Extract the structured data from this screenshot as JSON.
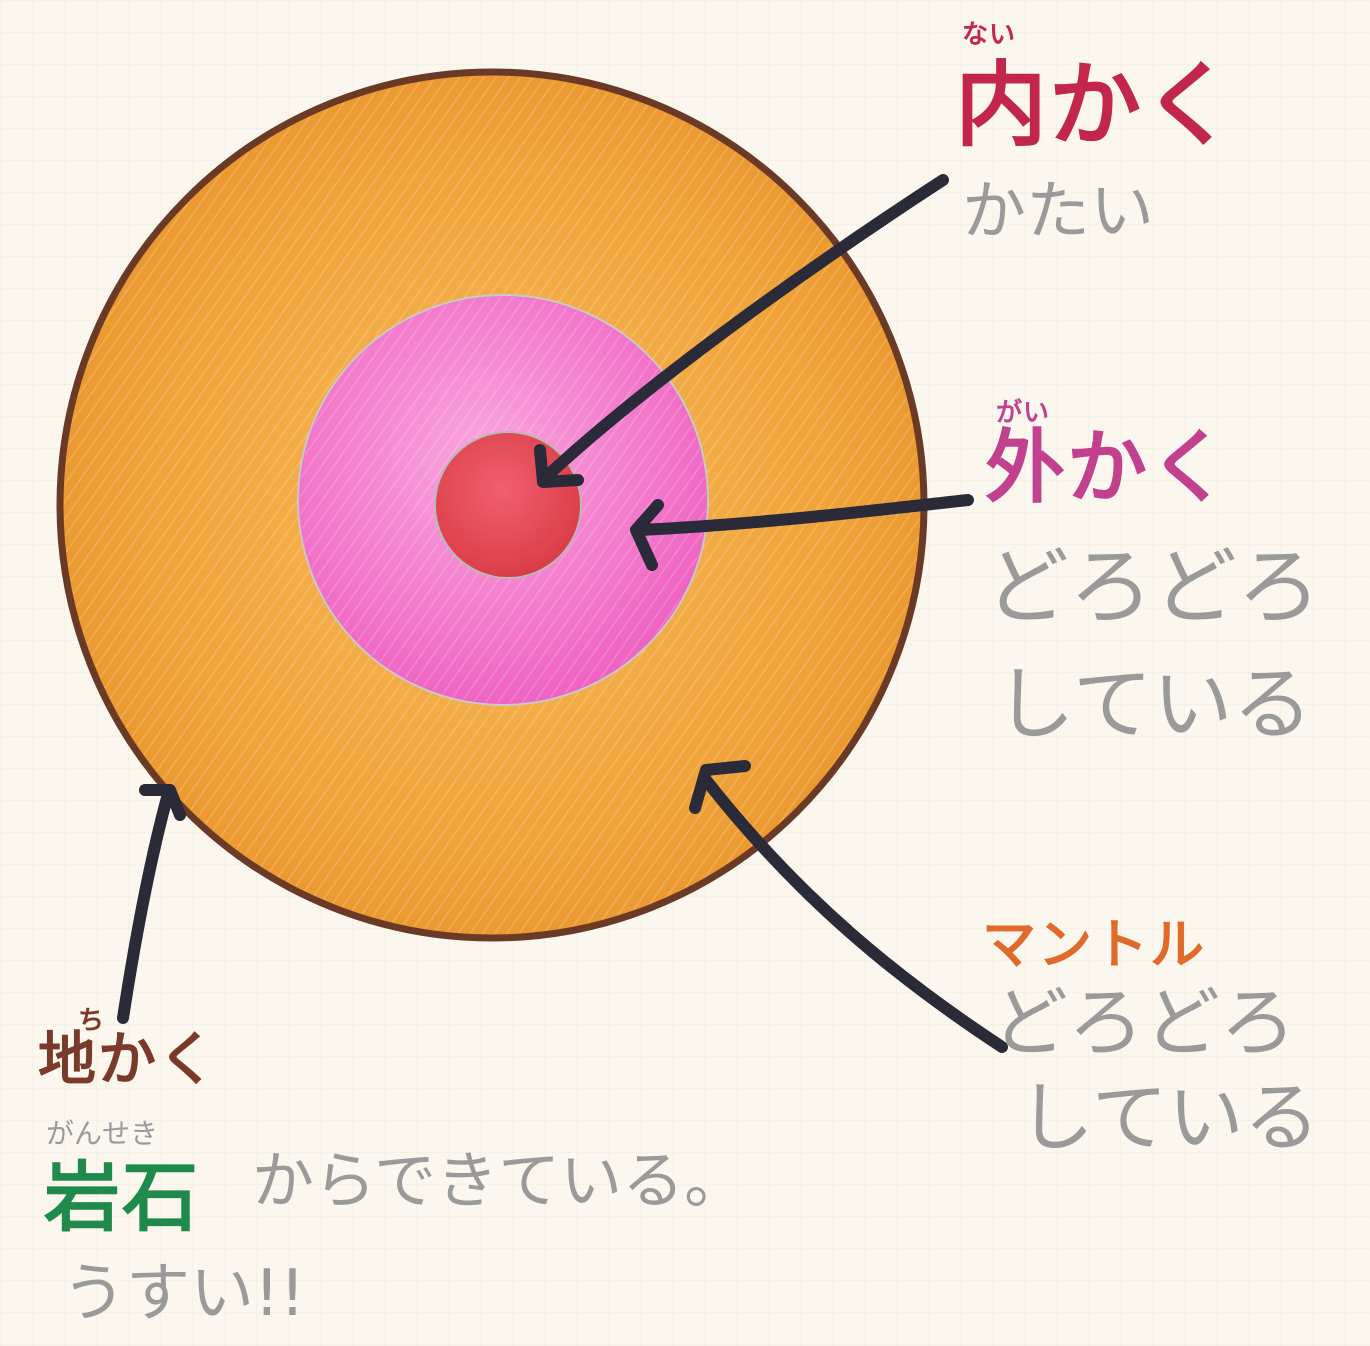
{
  "labels": {
    "inner_core": {
      "ruby": "ない",
      "title": "内かく",
      "description": "かたい",
      "color": "#c2264a"
    },
    "outer_core": {
      "ruby": "がい",
      "title": "外かく",
      "description_line1": "どろどろ",
      "description_line2": "している",
      "color": "#c2408e"
    },
    "mantle": {
      "title": "マントル",
      "description_line1": "どろどろ",
      "description_line2": "している",
      "color": "#e06a2a"
    },
    "crust": {
      "ruby": "ち",
      "title": "地かく",
      "ruby_rock": "がんせき",
      "rock": "岩石",
      "rock_suffix": "からできている。",
      "note": "うすい!!",
      "color": "#7a3a2a",
      "rock_color": "#1f8a4c"
    }
  },
  "colors": {
    "paper": "#fbf7ee",
    "crust_outline": "#6b3a26",
    "mantle_fill": "#f0a43a",
    "outer_core_fill": "#f06ac4",
    "inner_core_fill": "#e0424a",
    "arrow": "#2a2a38",
    "description_text": "#9a9a9a"
  }
}
